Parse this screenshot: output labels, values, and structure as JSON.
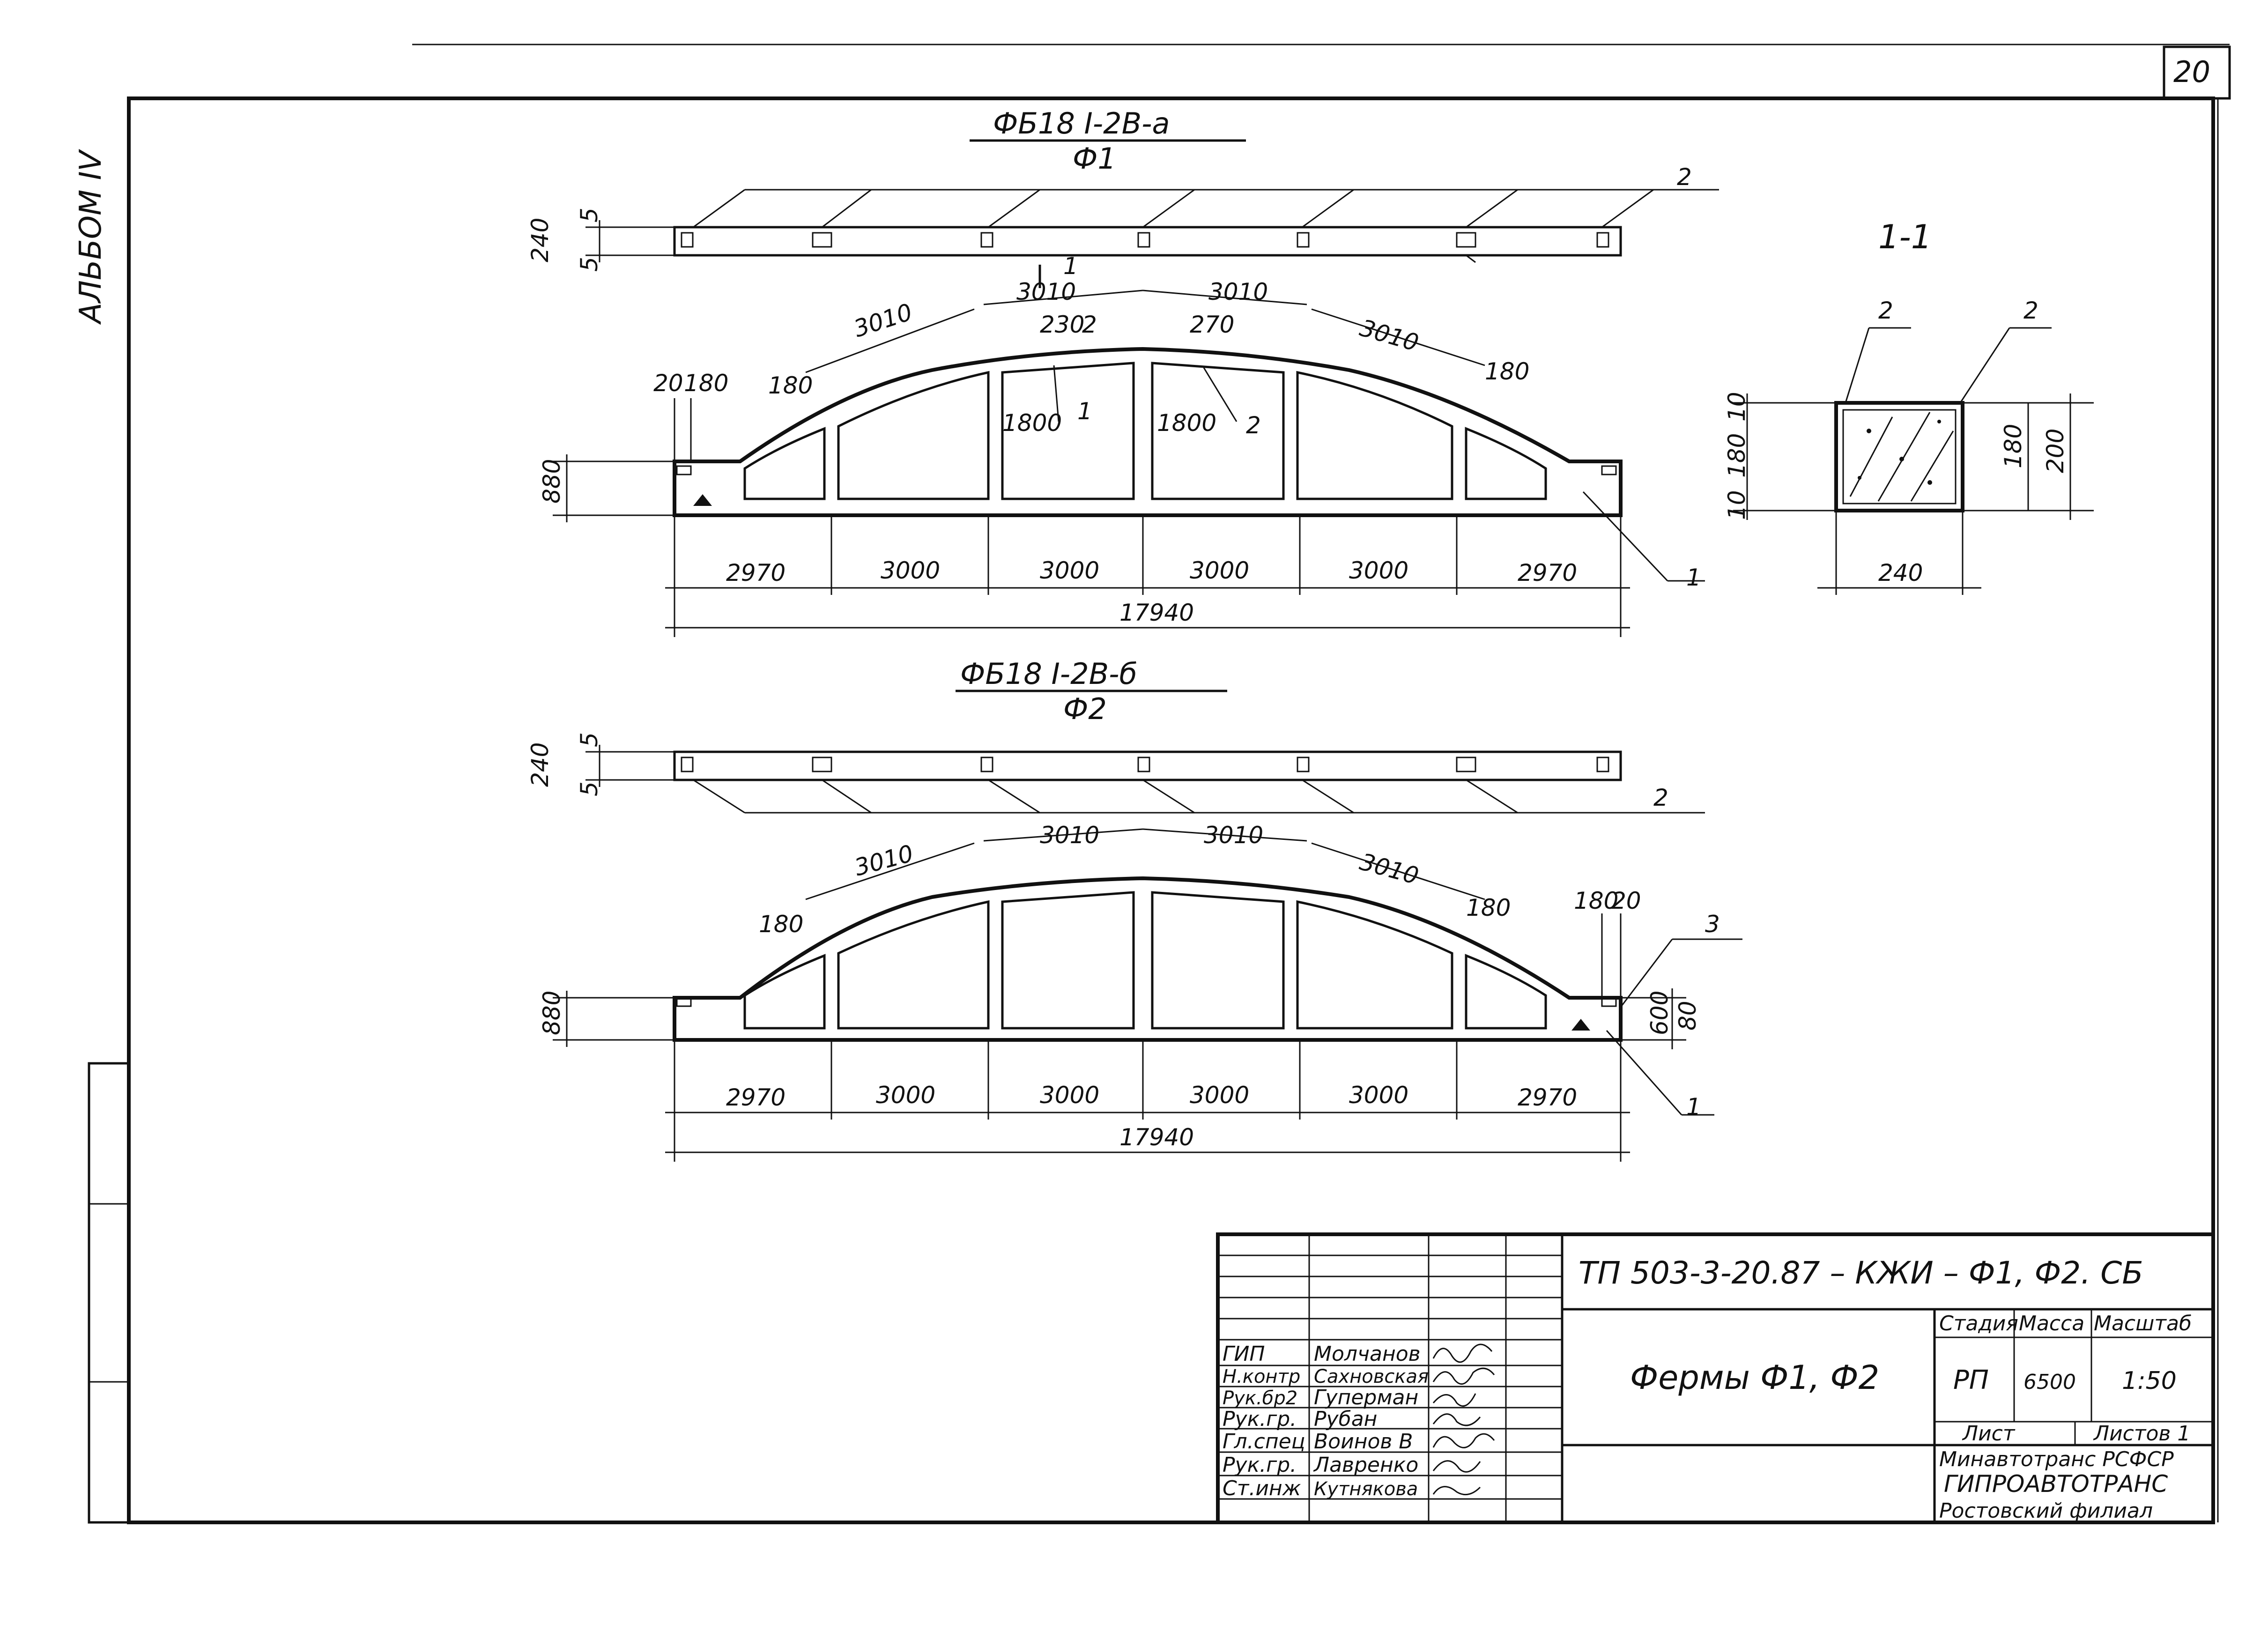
{
  "sheet": {
    "page_number": "20",
    "album_label": "АЛЬБОМ IV"
  },
  "truss_a": {
    "title_top": "ФБ18 I-2В-а",
    "title_bottom": "Ф1",
    "plan_dims": [
      "240",
      "5",
      "5"
    ],
    "plan_callout": "2",
    "segments": [
      "3010",
      "3010",
      "3010",
      "3010"
    ],
    "small_dims": [
      "20",
      "180",
      "180",
      "180",
      "230",
      "270"
    ],
    "web_heights": [
      "1800",
      "1800"
    ],
    "left_height": "880",
    "callout_1": "1",
    "callout_2": "2",
    "section_mark": "1",
    "bottom_dims": [
      "2970",
      "3000",
      "3000",
      "3000",
      "3000",
      "2970"
    ],
    "total": "17940"
  },
  "truss_b": {
    "title_top": "ФБ18 I-2В-б",
    "title_bottom": "Ф2",
    "plan_dims": [
      "240",
      "5",
      "5"
    ],
    "plan_callout": "2",
    "segments": [
      "3010",
      "3010",
      "3010",
      "3010"
    ],
    "small_dims": [
      "180",
      "180",
      "180",
      "20"
    ],
    "left_height": "880",
    "right_heights": [
      "600",
      "80"
    ],
    "callout_1": "1",
    "callout_3": "3",
    "bottom_dims": [
      "2970",
      "3000",
      "3000",
      "3000",
      "3000",
      "2970"
    ],
    "total": "17940"
  },
  "section": {
    "title": "1-1",
    "callouts": [
      "2",
      "2"
    ],
    "left_dims": [
      "10",
      "180",
      "10"
    ],
    "right_dims": [
      "180",
      "200"
    ],
    "width": "240"
  },
  "title_block": {
    "code": "ТП  503-3-20.87 – КЖИ – Ф1, Ф2. СБ",
    "name": "Фермы  Ф1, Ф2",
    "stage_header": "Стадия",
    "mass_header": "Масса",
    "scale_header": "Масштаб",
    "stage": "РП",
    "mass": "6500",
    "scale": "1:50",
    "sheet_label": "Лист",
    "sheets_label": "Листов 1",
    "org_line1": "Минавтотранс РСФСР",
    "org_line2": "ГИПРОАВТОТРАНС",
    "org_line3": "Ростовский филиал",
    "people": [
      {
        "role": "ГИП",
        "name": "Молчанов"
      },
      {
        "role": "Н.контр",
        "name": "Сахновская"
      },
      {
        "role": "Рук.бр2",
        "name": "Гуперман"
      },
      {
        "role": "Рук.гр.",
        "name": "Рубан"
      },
      {
        "role": "Гл.спец",
        "name": "Воинов В"
      },
      {
        "role": "Рук.гр.",
        "name": "Лавренко"
      },
      {
        "role": "Ст.инж",
        "name": "Кутнякова"
      }
    ]
  }
}
